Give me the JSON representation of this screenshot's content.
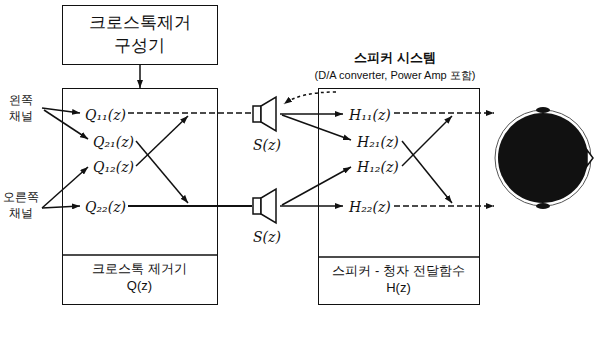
{
  "diagram": {
    "nodes": [
      {
        "text": [
          "크로스톡제거 구성기"
        ]
      },
      {
        "text": [
          "Q₁₁(z)",
          "Q₂₁(z)",
          "Q₁₂(z)",
          "Q₂₂(z)",
          "크로스톡 제거기 Q(z)"
        ]
      },
      {
        "text": [
          "H₁₁(z)",
          "H₂₁(z)",
          "H₁₂(z)",
          "H₂₂(z)",
          "스피커 - 청자 전달함수 H(z)"
        ]
      }
    ],
    "edges": [
      {
        "from": 0,
        "to": 1,
        "arrow": "to"
      }
    ],
    "labels": [
      "스피커 시스템",
      "(D/A converter, Power Amp 포함)",
      "왼쪽 채널",
      "오른쪽 채널",
      "S(z)",
      "S(z)"
    ]
  }
}
